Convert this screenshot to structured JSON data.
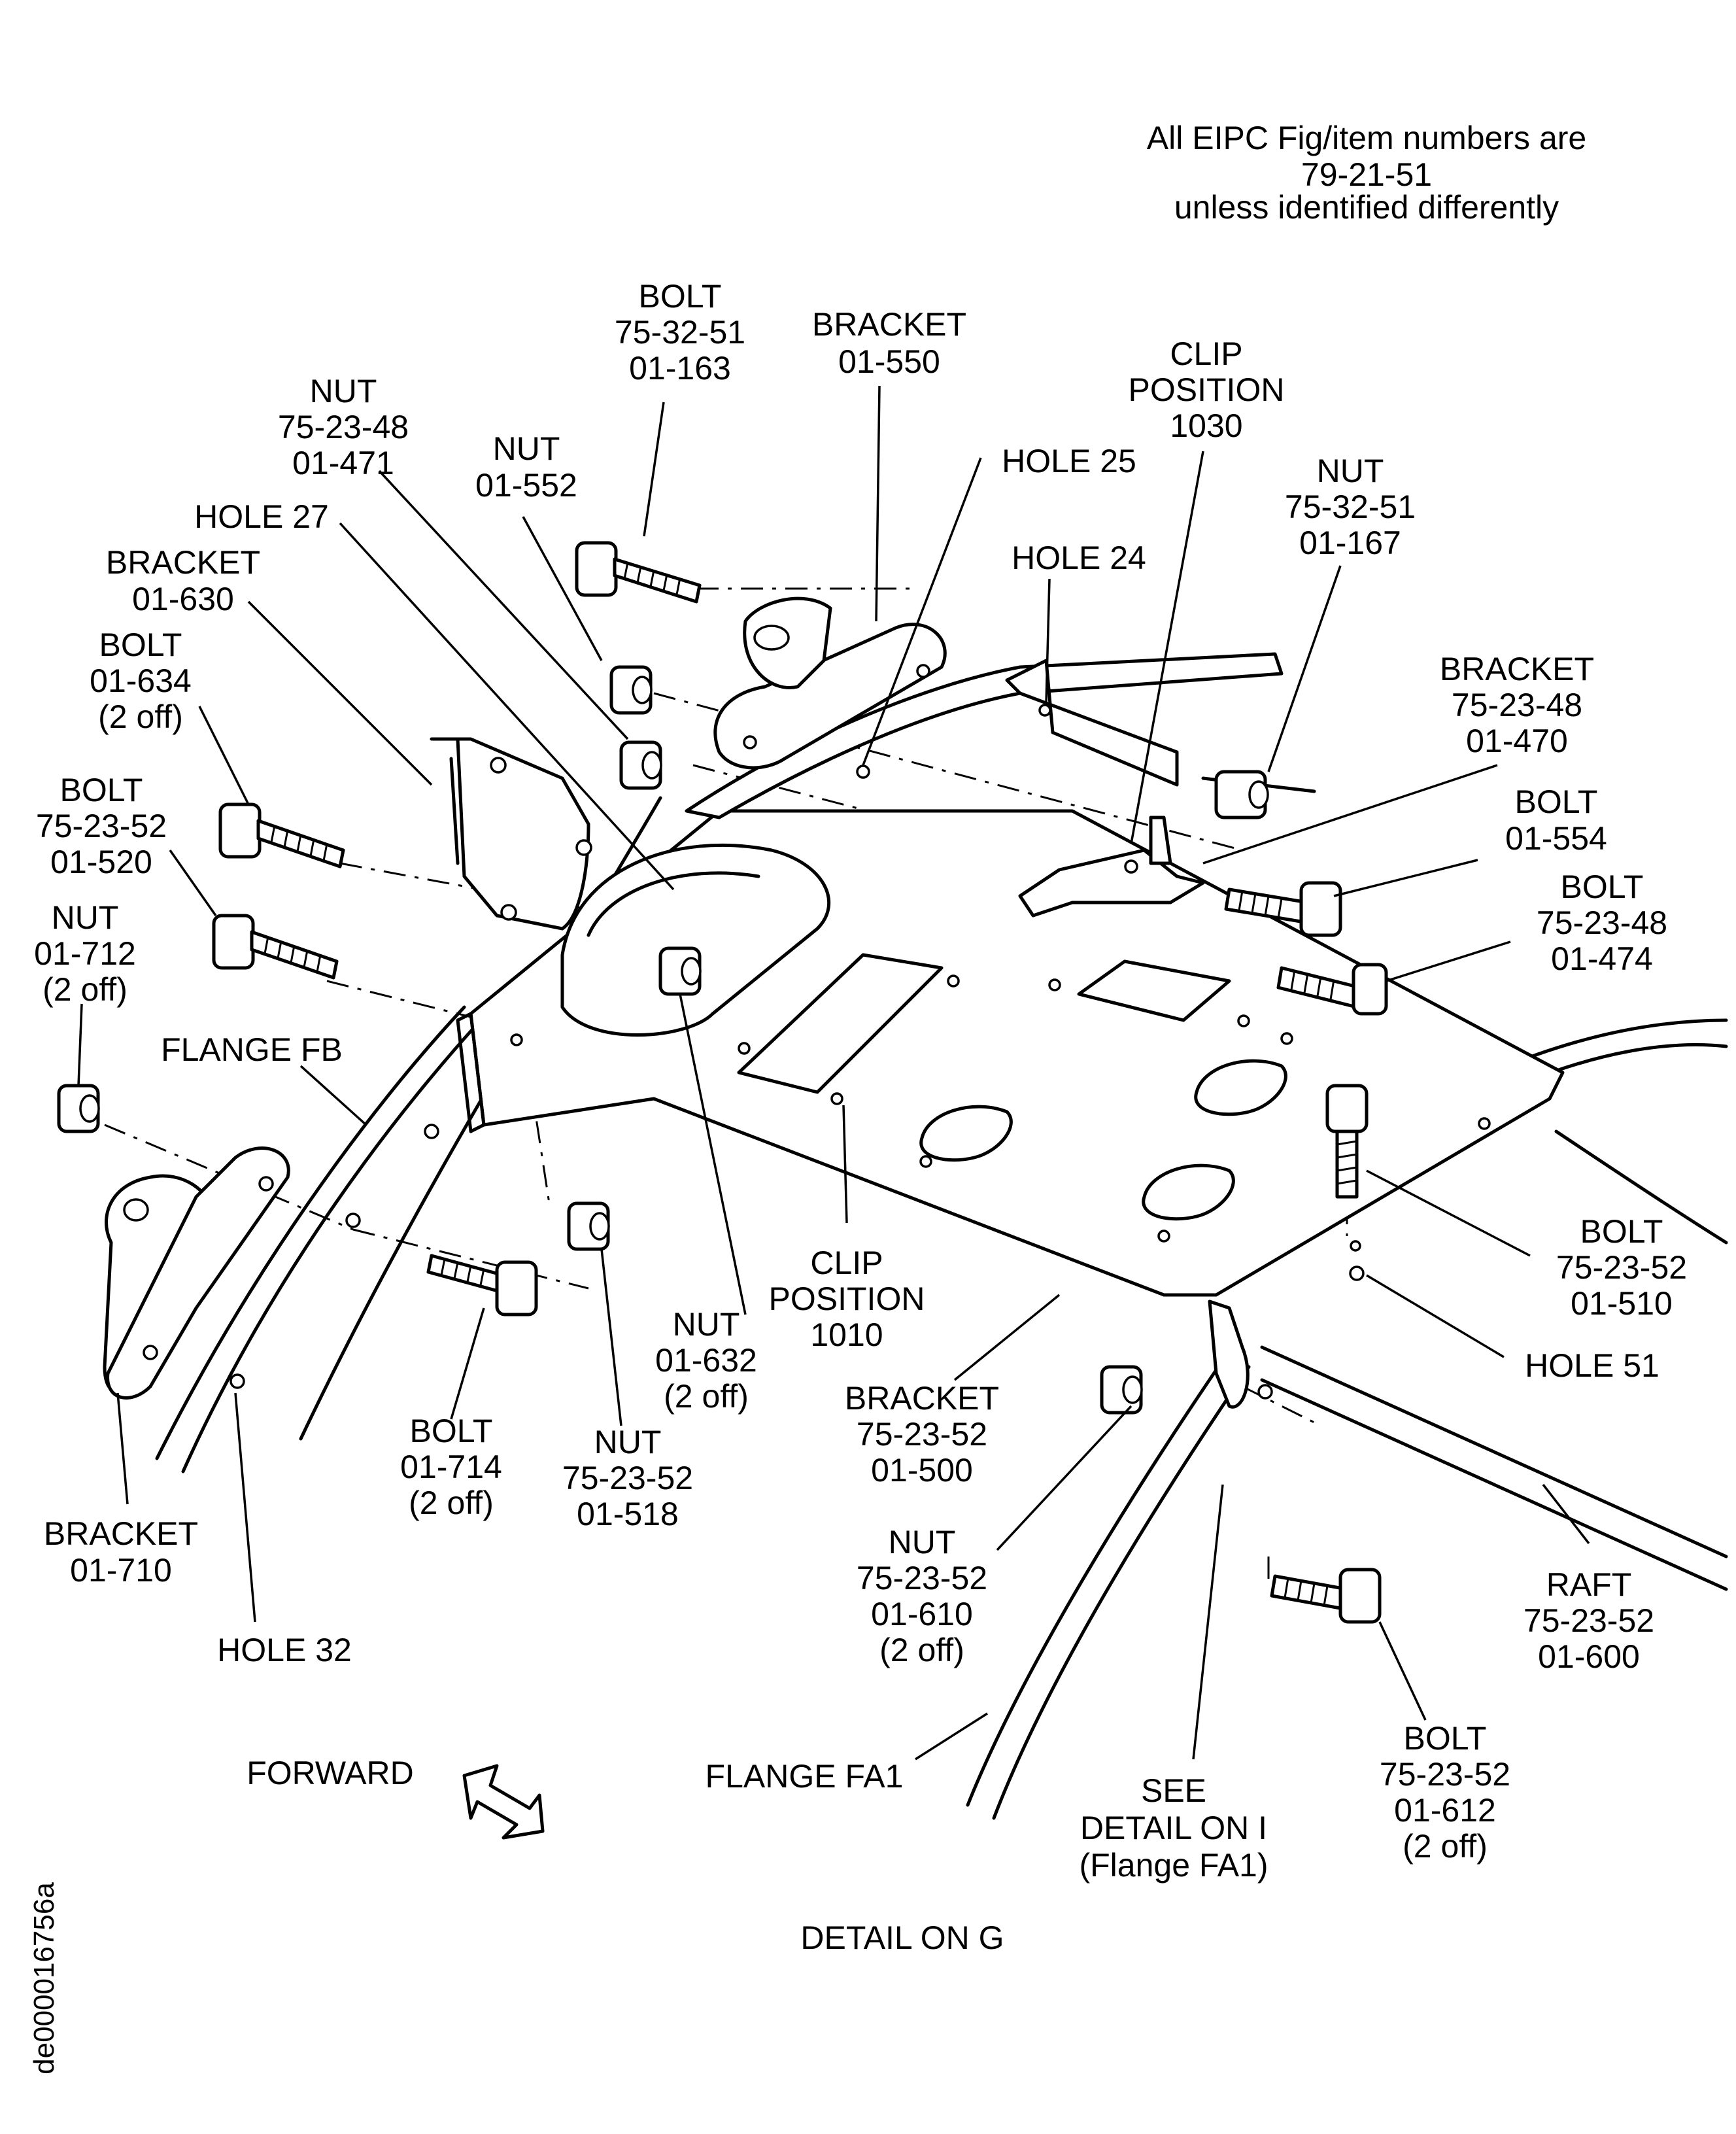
{
  "note": {
    "line1": "All EIPC Fig/item numbers are",
    "line2": "79-21-51",
    "line3": "unless identified differently"
  },
  "labels": [
    {
      "id": "bolt-75-32-51-01-163",
      "lines": [
        "BOLT",
        "75-32-51",
        "01-163"
      ]
    },
    {
      "id": "bracket-01-550",
      "lines": [
        "BRACKET",
        "01-550"
      ]
    },
    {
      "id": "clip-position-1030",
      "lines": [
        "CLIP",
        "POSITION",
        "1030"
      ]
    },
    {
      "id": "nut-75-23-48-01-471",
      "lines": [
        "NUT",
        "75-23-48",
        "01-471"
      ]
    },
    {
      "id": "nut-01-552",
      "lines": [
        "NUT",
        "01-552"
      ]
    },
    {
      "id": "hole-25",
      "lines": [
        "HOLE 25"
      ]
    },
    {
      "id": "nut-75-32-51-01-167",
      "lines": [
        "NUT",
        "75-32-51",
        "01-167"
      ]
    },
    {
      "id": "hole-27",
      "lines": [
        "HOLE 27"
      ]
    },
    {
      "id": "hole-24",
      "lines": [
        "HOLE 24"
      ]
    },
    {
      "id": "bracket-01-630",
      "lines": [
        "BRACKET",
        "01-630"
      ]
    },
    {
      "id": "bracket-75-23-48-01-470",
      "lines": [
        "BRACKET",
        "75-23-48",
        "01-470"
      ]
    },
    {
      "id": "bolt-01-634",
      "lines": [
        "BOLT",
        "01-634",
        "(2 off)"
      ]
    },
    {
      "id": "bolt-01-554",
      "lines": [
        "BOLT",
        "01-554"
      ]
    },
    {
      "id": "bolt-75-23-52-01-520",
      "lines": [
        "BOLT",
        "75-23-52",
        "01-520"
      ]
    },
    {
      "id": "bolt-75-23-48-01-474",
      "lines": [
        "BOLT",
        "75-23-48",
        "01-474"
      ]
    },
    {
      "id": "nut-01-712",
      "lines": [
        "NUT",
        "01-712",
        "(2 off)"
      ]
    },
    {
      "id": "flange-fb",
      "lines": [
        "FLANGE FB"
      ]
    },
    {
      "id": "bolt-75-23-52-01-510",
      "lines": [
        "BOLT",
        "75-23-52",
        "01-510"
      ]
    },
    {
      "id": "clip-position-1010",
      "lines": [
        "CLIP",
        "POSITION",
        "1010"
      ]
    },
    {
      "id": "nut-01-632",
      "lines": [
        "NUT",
        "01-632",
        "(2 off)"
      ]
    },
    {
      "id": "hole-51",
      "lines": [
        "HOLE 51"
      ]
    },
    {
      "id": "bolt-01-714",
      "lines": [
        "BOLT",
        "01-714",
        "(2 off)"
      ]
    },
    {
      "id": "nut-75-23-52-01-518",
      "lines": [
        "NUT",
        "75-23-52",
        "01-518"
      ]
    },
    {
      "id": "bracket-75-23-52-01-500",
      "lines": [
        "BRACKET",
        "75-23-52",
        "01-500"
      ]
    },
    {
      "id": "bracket-01-710",
      "lines": [
        "BRACKET",
        "01-710"
      ]
    },
    {
      "id": "nut-75-23-52-01-610",
      "lines": [
        "NUT",
        "75-23-52",
        "01-610",
        "(2 off)"
      ]
    },
    {
      "id": "raft-75-23-52-01-600",
      "lines": [
        "RAFT",
        "75-23-52",
        "01-600"
      ]
    },
    {
      "id": "hole-32",
      "lines": [
        "HOLE 32"
      ]
    },
    {
      "id": "bolt-75-23-52-01-612",
      "lines": [
        "BOLT",
        "75-23-52",
        "01-612",
        "(2 off)"
      ]
    },
    {
      "id": "forward",
      "lines": [
        "FORWARD"
      ]
    },
    {
      "id": "flange-fa1",
      "lines": [
        "FLANGE FA1"
      ]
    },
    {
      "id": "see-detail-on-i",
      "lines": [
        "SEE",
        "DETAIL ON I",
        "(Flange FA1)"
      ]
    }
  ],
  "caption": "DETAIL ON G",
  "drawing_id": "de000016756a"
}
